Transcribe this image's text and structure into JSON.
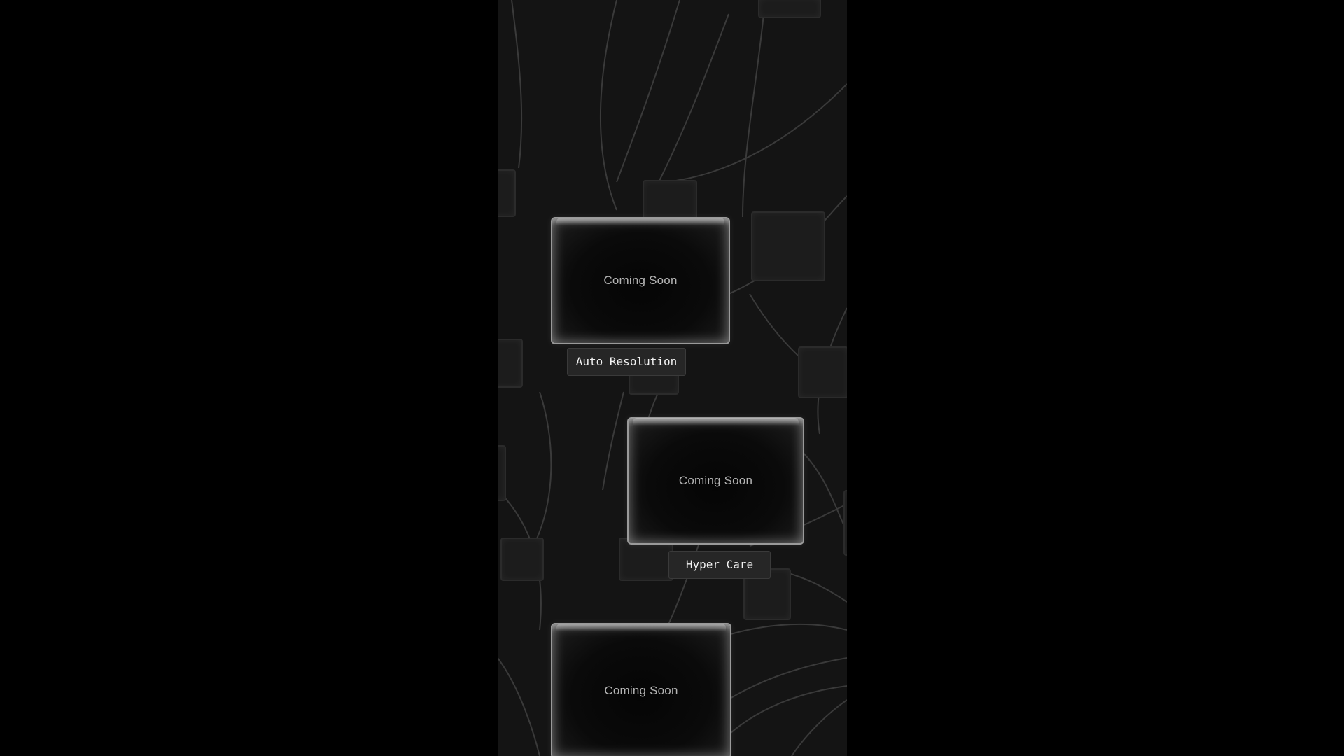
{
  "page": {
    "background_color": "#000000",
    "panel_color": "#141414"
  },
  "cards": [
    {
      "status": "Coming Soon",
      "tag": "Auto Resolution"
    },
    {
      "status": "Coming Soon",
      "tag": "Hyper Care"
    },
    {
      "status": "Coming Soon"
    }
  ]
}
